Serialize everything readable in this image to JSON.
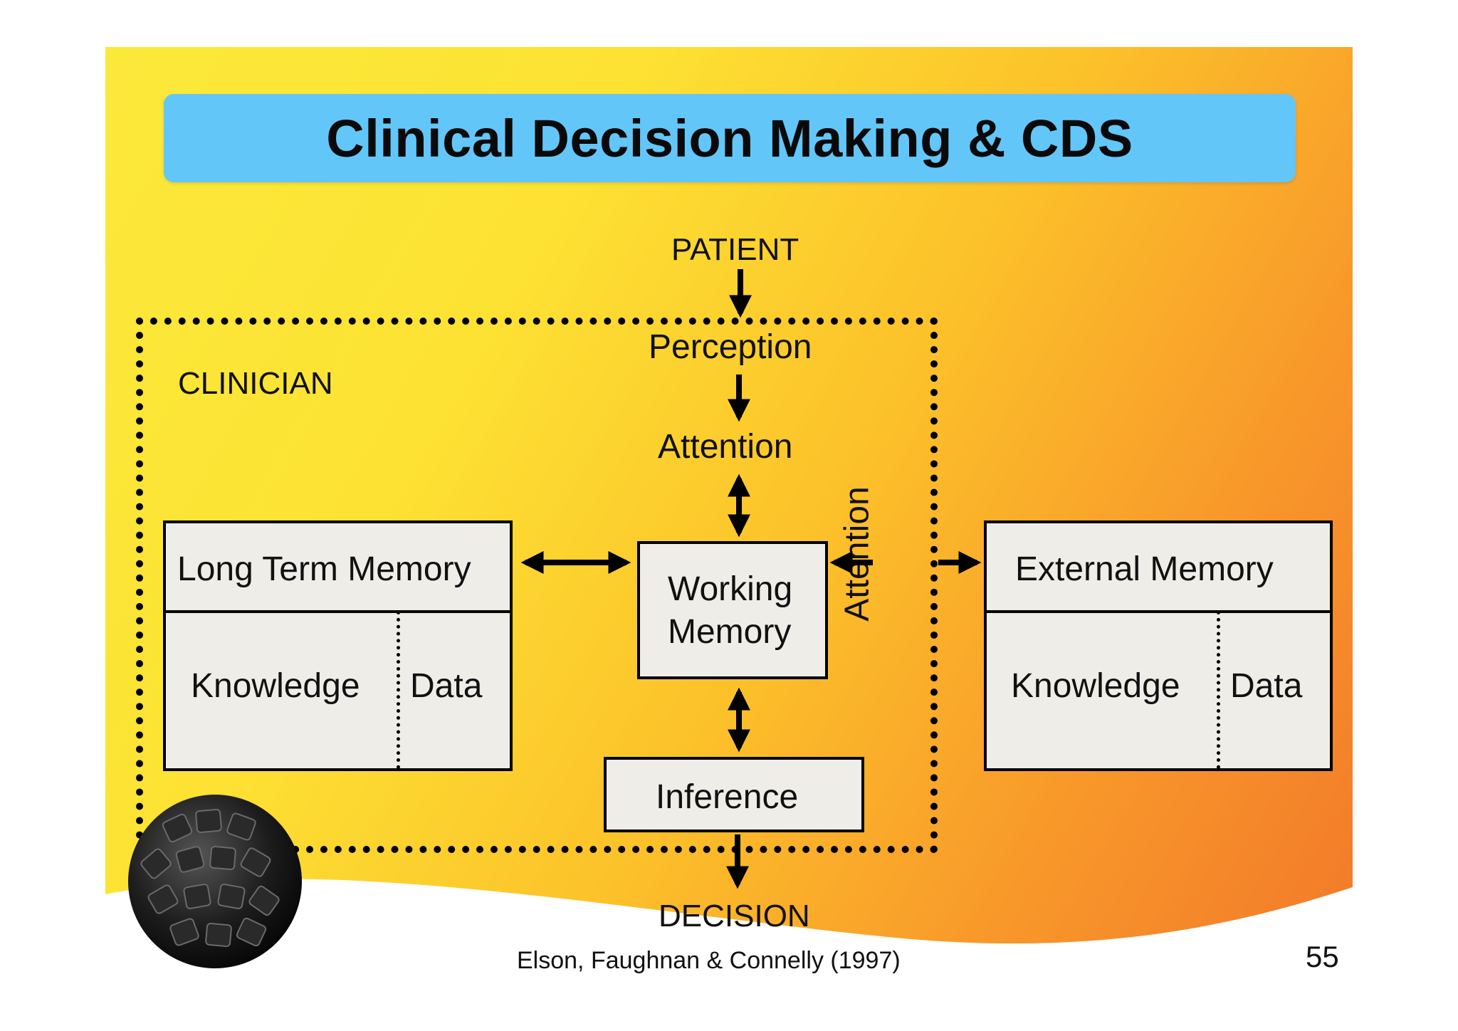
{
  "title": "Clinical Decision Making & CDS",
  "diagram": {
    "patient": "PATIENT",
    "clinician": "CLINICIAN",
    "perception": "Perception",
    "attention_top": "Attention",
    "attention_side": "Attention",
    "long_term_memory": {
      "title": "Long Term Memory",
      "knowledge": "Knowledge",
      "data": "Data"
    },
    "working_memory": {
      "line1": "Working",
      "line2": "Memory"
    },
    "external_memory": {
      "title": "External Memory",
      "knowledge": "Knowledge",
      "data": "Data"
    },
    "inference": "Inference",
    "decision": "DECISION"
  },
  "citation": "Elson, Faughnan & Connelly (1997)",
  "page_number": "55",
  "colors": {
    "title_bar": "#63c6f9",
    "box_fill": "#efede8",
    "background_from": "#fbe93a",
    "background_to": "#f2782a"
  }
}
